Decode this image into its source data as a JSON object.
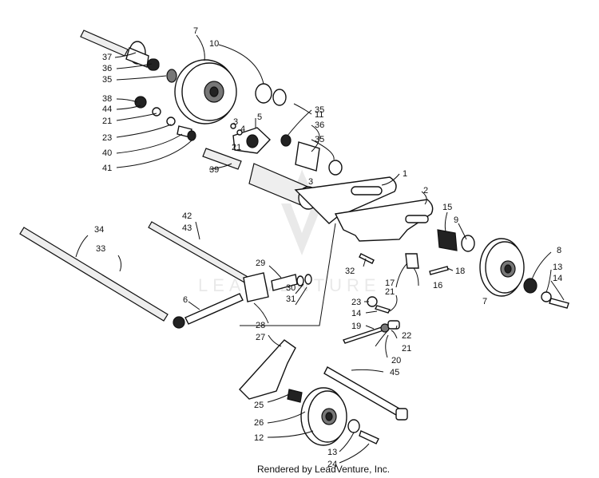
{
  "footer": {
    "credit": "Rendered by LeadVenture, Inc."
  },
  "watermark": {
    "text": "LEADVENTURE"
  },
  "callouts": [
    {
      "id": "c37a",
      "label": "37"
    },
    {
      "id": "c36a",
      "label": "36"
    },
    {
      "id": "c35a",
      "label": "35"
    },
    {
      "id": "c38",
      "label": "38"
    },
    {
      "id": "c44",
      "label": "44"
    },
    {
      "id": "c21a",
      "label": "21"
    },
    {
      "id": "c23a",
      "label": "23"
    },
    {
      "id": "c40",
      "label": "40"
    },
    {
      "id": "c41",
      "label": "41"
    },
    {
      "id": "c7a",
      "label": "7"
    },
    {
      "id": "c10",
      "label": "10"
    },
    {
      "id": "c11",
      "label": "11"
    },
    {
      "id": "c35b",
      "label": "35"
    },
    {
      "id": "c36b",
      "label": "36"
    },
    {
      "id": "c35c",
      "label": "35"
    },
    {
      "id": "c5",
      "label": "5"
    },
    {
      "id": "c3a",
      "label": "3"
    },
    {
      "id": "c4",
      "label": "4"
    },
    {
      "id": "c21b",
      "label": "21"
    },
    {
      "id": "c39",
      "label": "39"
    },
    {
      "id": "c3b",
      "label": "3"
    },
    {
      "id": "c1",
      "label": "1"
    },
    {
      "id": "c2",
      "label": "2"
    },
    {
      "id": "c15",
      "label": "15"
    },
    {
      "id": "c9",
      "label": "9"
    },
    {
      "id": "c8",
      "label": "8"
    },
    {
      "id": "c13a",
      "label": "13"
    },
    {
      "id": "c14a",
      "label": "14"
    },
    {
      "id": "c7b",
      "label": "7"
    },
    {
      "id": "c18",
      "label": "18"
    },
    {
      "id": "c16",
      "label": "16"
    },
    {
      "id": "c17",
      "label": "17"
    },
    {
      "id": "c21c",
      "label": "21"
    },
    {
      "id": "c23b",
      "label": "23"
    },
    {
      "id": "c14b",
      "label": "14"
    },
    {
      "id": "c19",
      "label": "19"
    },
    {
      "id": "c22",
      "label": "22"
    },
    {
      "id": "c21d",
      "label": "21"
    },
    {
      "id": "c20",
      "label": "20"
    },
    {
      "id": "c45",
      "label": "45"
    },
    {
      "id": "c32",
      "label": "32"
    },
    {
      "id": "c42",
      "label": "42"
    },
    {
      "id": "c43",
      "label": "43"
    },
    {
      "id": "c34",
      "label": "34"
    },
    {
      "id": "c33",
      "label": "33"
    },
    {
      "id": "c29",
      "label": "29"
    },
    {
      "id": "c30",
      "label": "30"
    },
    {
      "id": "c31",
      "label": "31"
    },
    {
      "id": "c6",
      "label": "6"
    },
    {
      "id": "c28",
      "label": "28"
    },
    {
      "id": "c27",
      "label": "27"
    },
    {
      "id": "c25",
      "label": "25"
    },
    {
      "id": "c26",
      "label": "26"
    },
    {
      "id": "c12",
      "label": "12"
    },
    {
      "id": "c13b",
      "label": "13"
    },
    {
      "id": "c24",
      "label": "24"
    }
  ]
}
